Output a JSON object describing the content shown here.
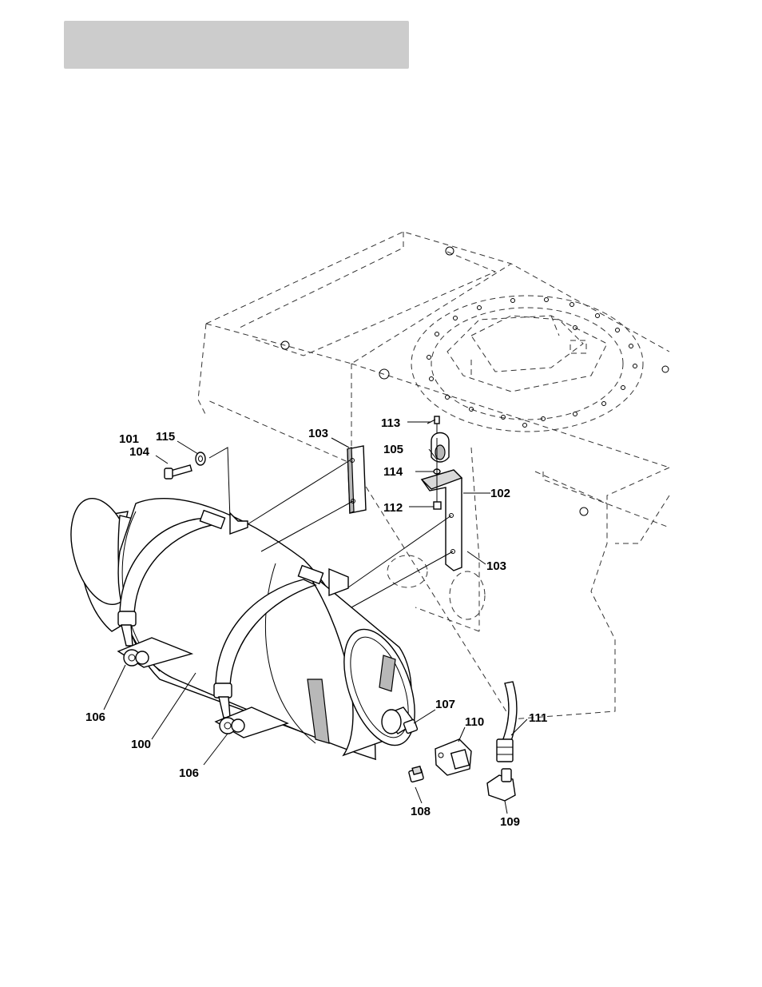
{
  "header": {
    "color": "#cccccc"
  },
  "callouts": [
    {
      "id": "c100",
      "text": "100"
    },
    {
      "id": "c101",
      "text": "101"
    },
    {
      "id": "c102",
      "text": "102"
    },
    {
      "id": "c103a",
      "text": "103"
    },
    {
      "id": "c103b",
      "text": "103"
    },
    {
      "id": "c104",
      "text": "104"
    },
    {
      "id": "c105",
      "text": "105"
    },
    {
      "id": "c106a",
      "text": "106"
    },
    {
      "id": "c106b",
      "text": "106"
    },
    {
      "id": "c107",
      "text": "107"
    },
    {
      "id": "c108",
      "text": "108"
    },
    {
      "id": "c109",
      "text": "109"
    },
    {
      "id": "c110",
      "text": "110"
    },
    {
      "id": "c111",
      "text": "111"
    },
    {
      "id": "c112",
      "text": "112"
    },
    {
      "id": "c113",
      "text": "113"
    },
    {
      "id": "c114",
      "text": "114"
    },
    {
      "id": "c115",
      "text": "115"
    }
  ]
}
